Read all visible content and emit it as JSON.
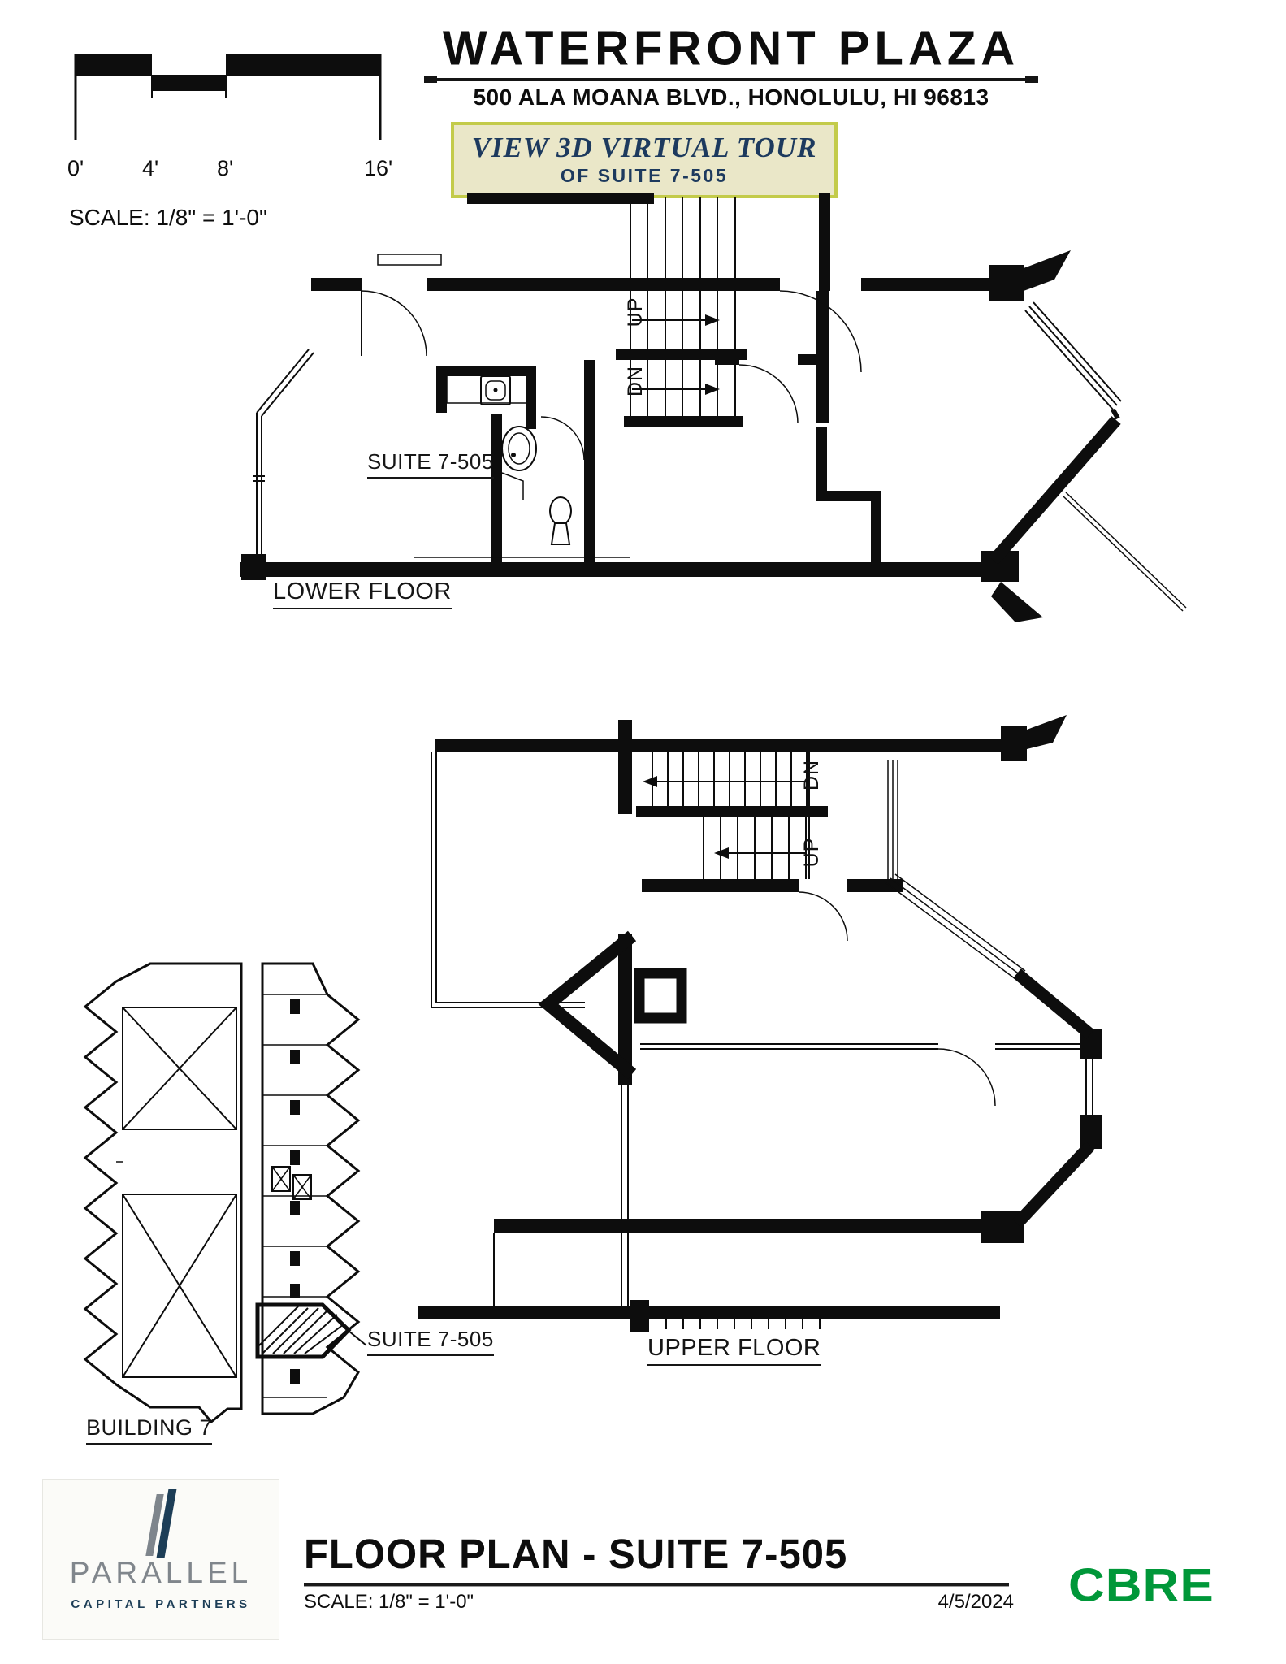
{
  "header": {
    "title": "WATERFRONT PLAZA",
    "address": "500 ALA MOANA BLVD., HONOLULU, HI 96813",
    "tour_button": {
      "line1": "VIEW 3D VIRTUAL TOUR",
      "line2": "OF SUITE 7-505"
    },
    "scale_bar": {
      "ticks": [
        "0'",
        "4'",
        "8'",
        "16'"
      ],
      "scale_text": "SCALE: 1/8\" = 1'-0\""
    }
  },
  "lower_plan": {
    "suite_label": "SUITE 7-505",
    "floor_label": "LOWER FLOOR",
    "up": "UP",
    "dn": "DN"
  },
  "upper_plan": {
    "floor_label": "UPPER FLOOR",
    "up": "UP",
    "dn": "DN"
  },
  "key_plan": {
    "building_label": "BUILDING 7",
    "suite_callout": "SUITE 7-505"
  },
  "footer": {
    "brand_name": "PARALLEL",
    "brand_tagline": "CAPITAL PARTNERS",
    "title": "FLOOR PLAN - SUITE 7-505",
    "scale_text": "SCALE: 1/8\" = 1'-0\"",
    "date": "4/5/2024",
    "broker": "CBRE"
  },
  "colors": {
    "tour_bg": "#eae7c8",
    "tour_border": "#c3cb4a",
    "tour_text": "#1d3a5e",
    "cbre_green": "#009739",
    "parallel_gray": "#80868c",
    "parallel_navy": "#1d3e57",
    "line_black": "#0d0d0d"
  }
}
